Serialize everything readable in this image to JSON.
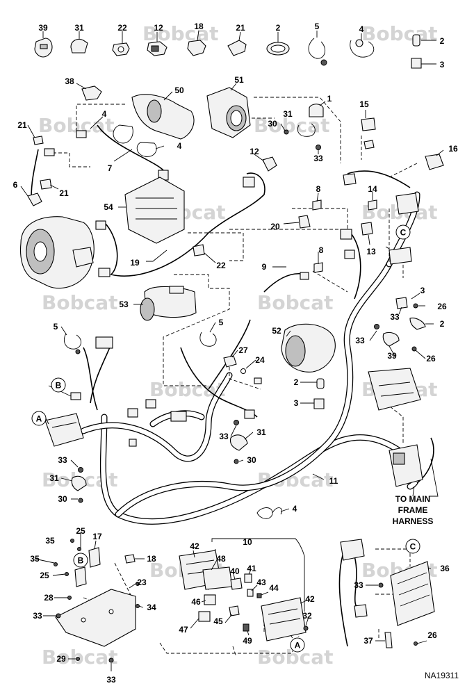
{
  "diagram": {
    "drawing_code": "NA19311",
    "note_lines": [
      "TO MAIN",
      "FRAME",
      "HARNESS"
    ],
    "watermark": "Bobcat",
    "callouts": {
      "c39": "39",
      "c31": "31",
      "c22": "22",
      "c12": "12",
      "c18": "18",
      "c21": "21",
      "c2": "2",
      "c5": "5",
      "c4": "4",
      "c3": "3",
      "c38": "38",
      "c50": "50",
      "c51": "51",
      "c1": "1",
      "c15": "15",
      "c16": "16",
      "c30": "30",
      "c33": "33",
      "c7": "7",
      "c6": "6",
      "c8": "8",
      "c14": "14",
      "c54": "54",
      "c20": "20",
      "c13": "13",
      "c19": "19",
      "c9": "9",
      "c53": "53",
      "c26": "26",
      "c52": "52",
      "c27": "27",
      "c24": "24",
      "c11": "11",
      "c25": "25",
      "c35": "35",
      "c17": "17",
      "c42": "42",
      "c10": "10",
      "c48": "48",
      "c40": "40",
      "c41": "41",
      "c43": "43",
      "c44": "44",
      "c46": "46",
      "c23": "23",
      "c28": "28",
      "c34": "34",
      "c45": "45",
      "c47": "47",
      "c32": "32",
      "c49": "49",
      "c29": "29",
      "c36": "36",
      "c37": "37"
    },
    "refs": {
      "a": "A",
      "b": "B",
      "c": "C"
    }
  }
}
